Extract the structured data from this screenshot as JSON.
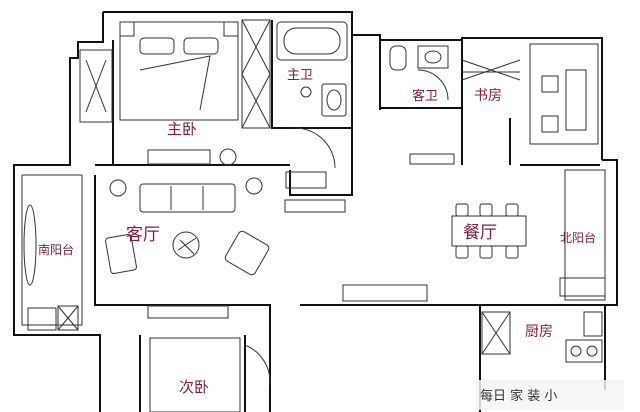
{
  "plan": {
    "rooms": {
      "master_bedroom": "主卧",
      "master_bath": "主卫",
      "guest_bath": "客卫",
      "study": "书房",
      "living_room": "客厅",
      "dining_room": "餐厅",
      "south_balcony": "南阳台",
      "north_balcony": "北阳台",
      "kitchen": "厨房",
      "second_bedroom": "次卧"
    },
    "watermark": "每日 家 装 小"
  },
  "colors": {
    "wall": "#111111",
    "label": "#7a1f3d",
    "furniture": "#333333",
    "background": "#ffffff"
  }
}
